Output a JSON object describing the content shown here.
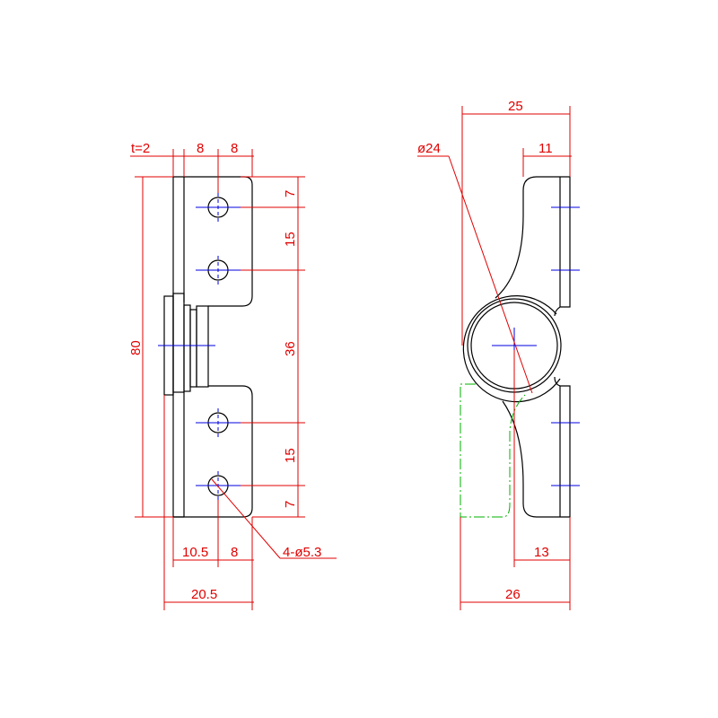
{
  "colors": {
    "outline": "#000000",
    "dimension": "#e00000",
    "centerline": "#0000e0",
    "hidden": "#00b000",
    "background": "#ffffff"
  },
  "side_view": {
    "thickness_label": "t=2",
    "top_dim_1": "8",
    "top_dim_2": "8",
    "height_total": "80",
    "right_dim_top": "7",
    "right_dim_upper_pitch": "15",
    "right_dim_middle": "36",
    "right_dim_lower_pitch": "15",
    "right_dim_bottom": "7",
    "bottom_dim_1": "10.5",
    "bottom_dim_2": "8",
    "bottom_total": "20.5",
    "hole_callout": "4-ø5.3"
  },
  "front_view": {
    "top_width": "25",
    "diameter_label": "ø24",
    "top_right": "11",
    "bottom_right": "13",
    "bottom_width": "26"
  }
}
